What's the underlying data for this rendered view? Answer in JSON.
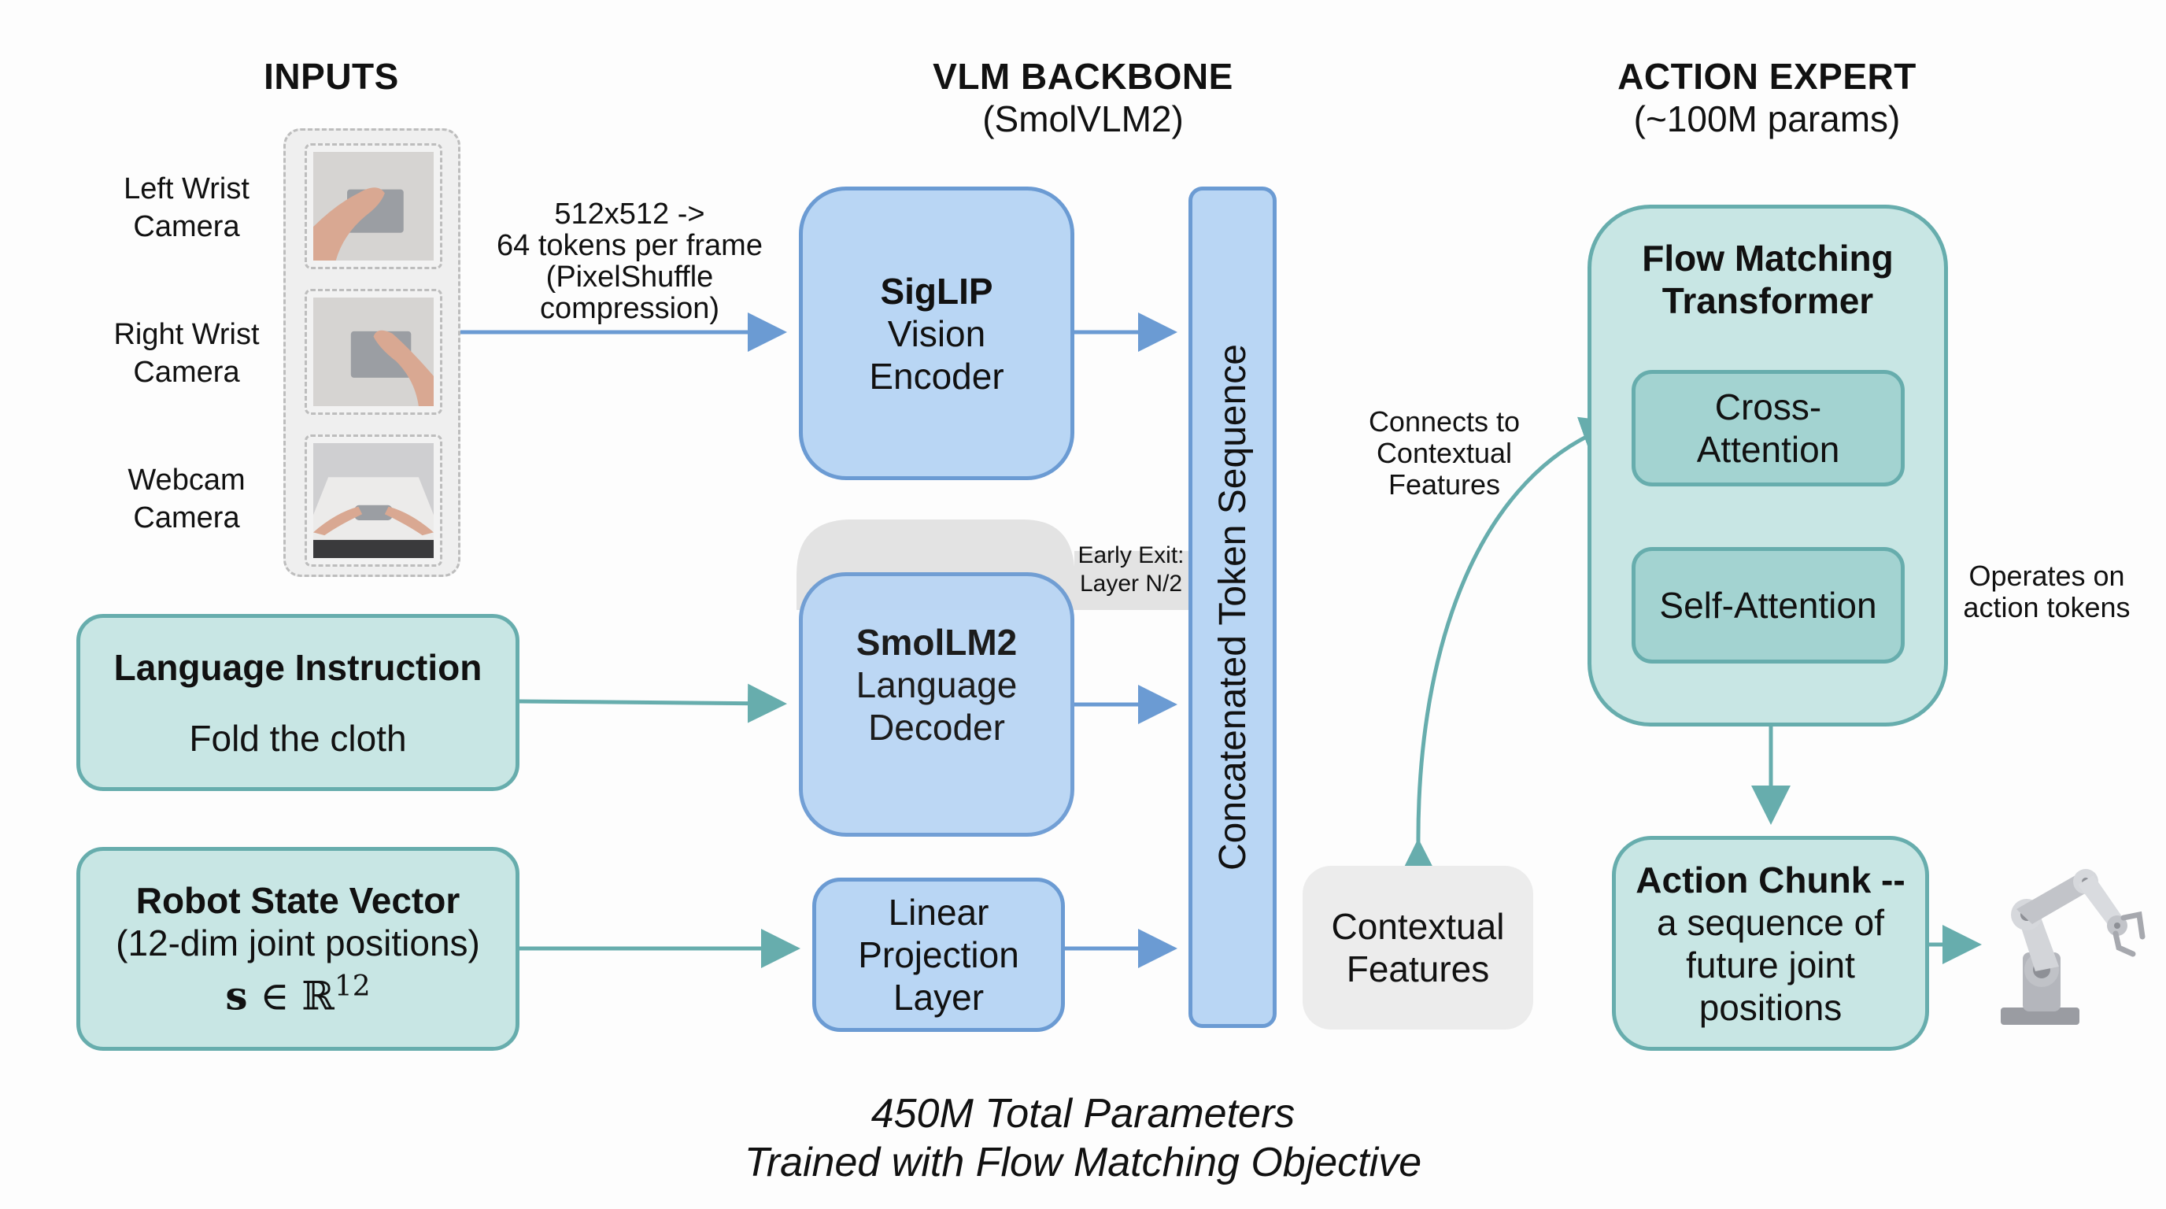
{
  "headings": {
    "inputs": "INPUTS",
    "vlm_backbone": "VLM BACKBONE",
    "vlm_backbone_sub": "(SmolVLM2)",
    "action_expert": "ACTION EXPERT",
    "action_expert_sub": "(~100M params)"
  },
  "inputs": {
    "cameras": [
      {
        "label_line1": "Left Wrist",
        "label_line2": "Camera",
        "icon": "wrist-camera-image"
      },
      {
        "label_line1": "Right Wrist",
        "label_line2": "Camera",
        "icon": "wrist-camera-image"
      },
      {
        "label_line1": "Webcam",
        "label_line2": "Camera",
        "icon": "webcam-image"
      }
    ],
    "camera_annotation": [
      "512x512 ->",
      "64 tokens per frame",
      "(PixelShuffle",
      "compression)"
    ],
    "language_instruction": {
      "title": "Language Instruction",
      "value": "Fold the cloth"
    },
    "robot_state": {
      "title": "Robot State Vector",
      "subtitle": "(12-dim joint positions)",
      "formula_symbol": "s",
      "formula_relation": "∈",
      "formula_set": "ℝ",
      "formula_exponent": "12"
    }
  },
  "backbone": {
    "vision_encoder": {
      "title": "SigLIP",
      "line2": "Vision",
      "line3": "Encoder"
    },
    "language_decoder": {
      "title": "SmolLM2",
      "line2": "Language",
      "line3": "Decoder"
    },
    "early_exit": {
      "line1": "Early Exit:",
      "line2": "Layer N/2"
    },
    "linear_projection": {
      "line1": "Linear",
      "line2": "Projection",
      "line3": "Layer"
    },
    "token_sequence": "Concatenated Token Sequence"
  },
  "contextual_features": {
    "line1": "Contextual",
    "line2": "Features"
  },
  "connects_annotation": [
    "Connects to",
    "Contextual",
    "Features"
  ],
  "action_expert": {
    "transformer_title_line1": "Flow Matching",
    "transformer_title_line2": "Transformer",
    "cross_attention_line1": "Cross-",
    "cross_attention_line2": "Attention",
    "self_attention": "Self-Attention",
    "operates_annotation": [
      "Operates on",
      "action tokens"
    ],
    "action_chunk": {
      "title": "Action Chunk --",
      "line2": "a sequence of",
      "line3": "future joint",
      "line4": "positions"
    },
    "output_icon": "robot-arm-icon"
  },
  "footer": {
    "line1": "450M Total Parameters",
    "line2": "Trained with Flow Matching Objective"
  },
  "colors": {
    "blue_fill": "#b9d6f4",
    "blue_border": "#6b9bd3",
    "teal_fill": "#c8e6e4",
    "teal_inner_fill": "#a3d3d1",
    "teal_border": "#67adad",
    "grey_fill": "#ececec"
  }
}
